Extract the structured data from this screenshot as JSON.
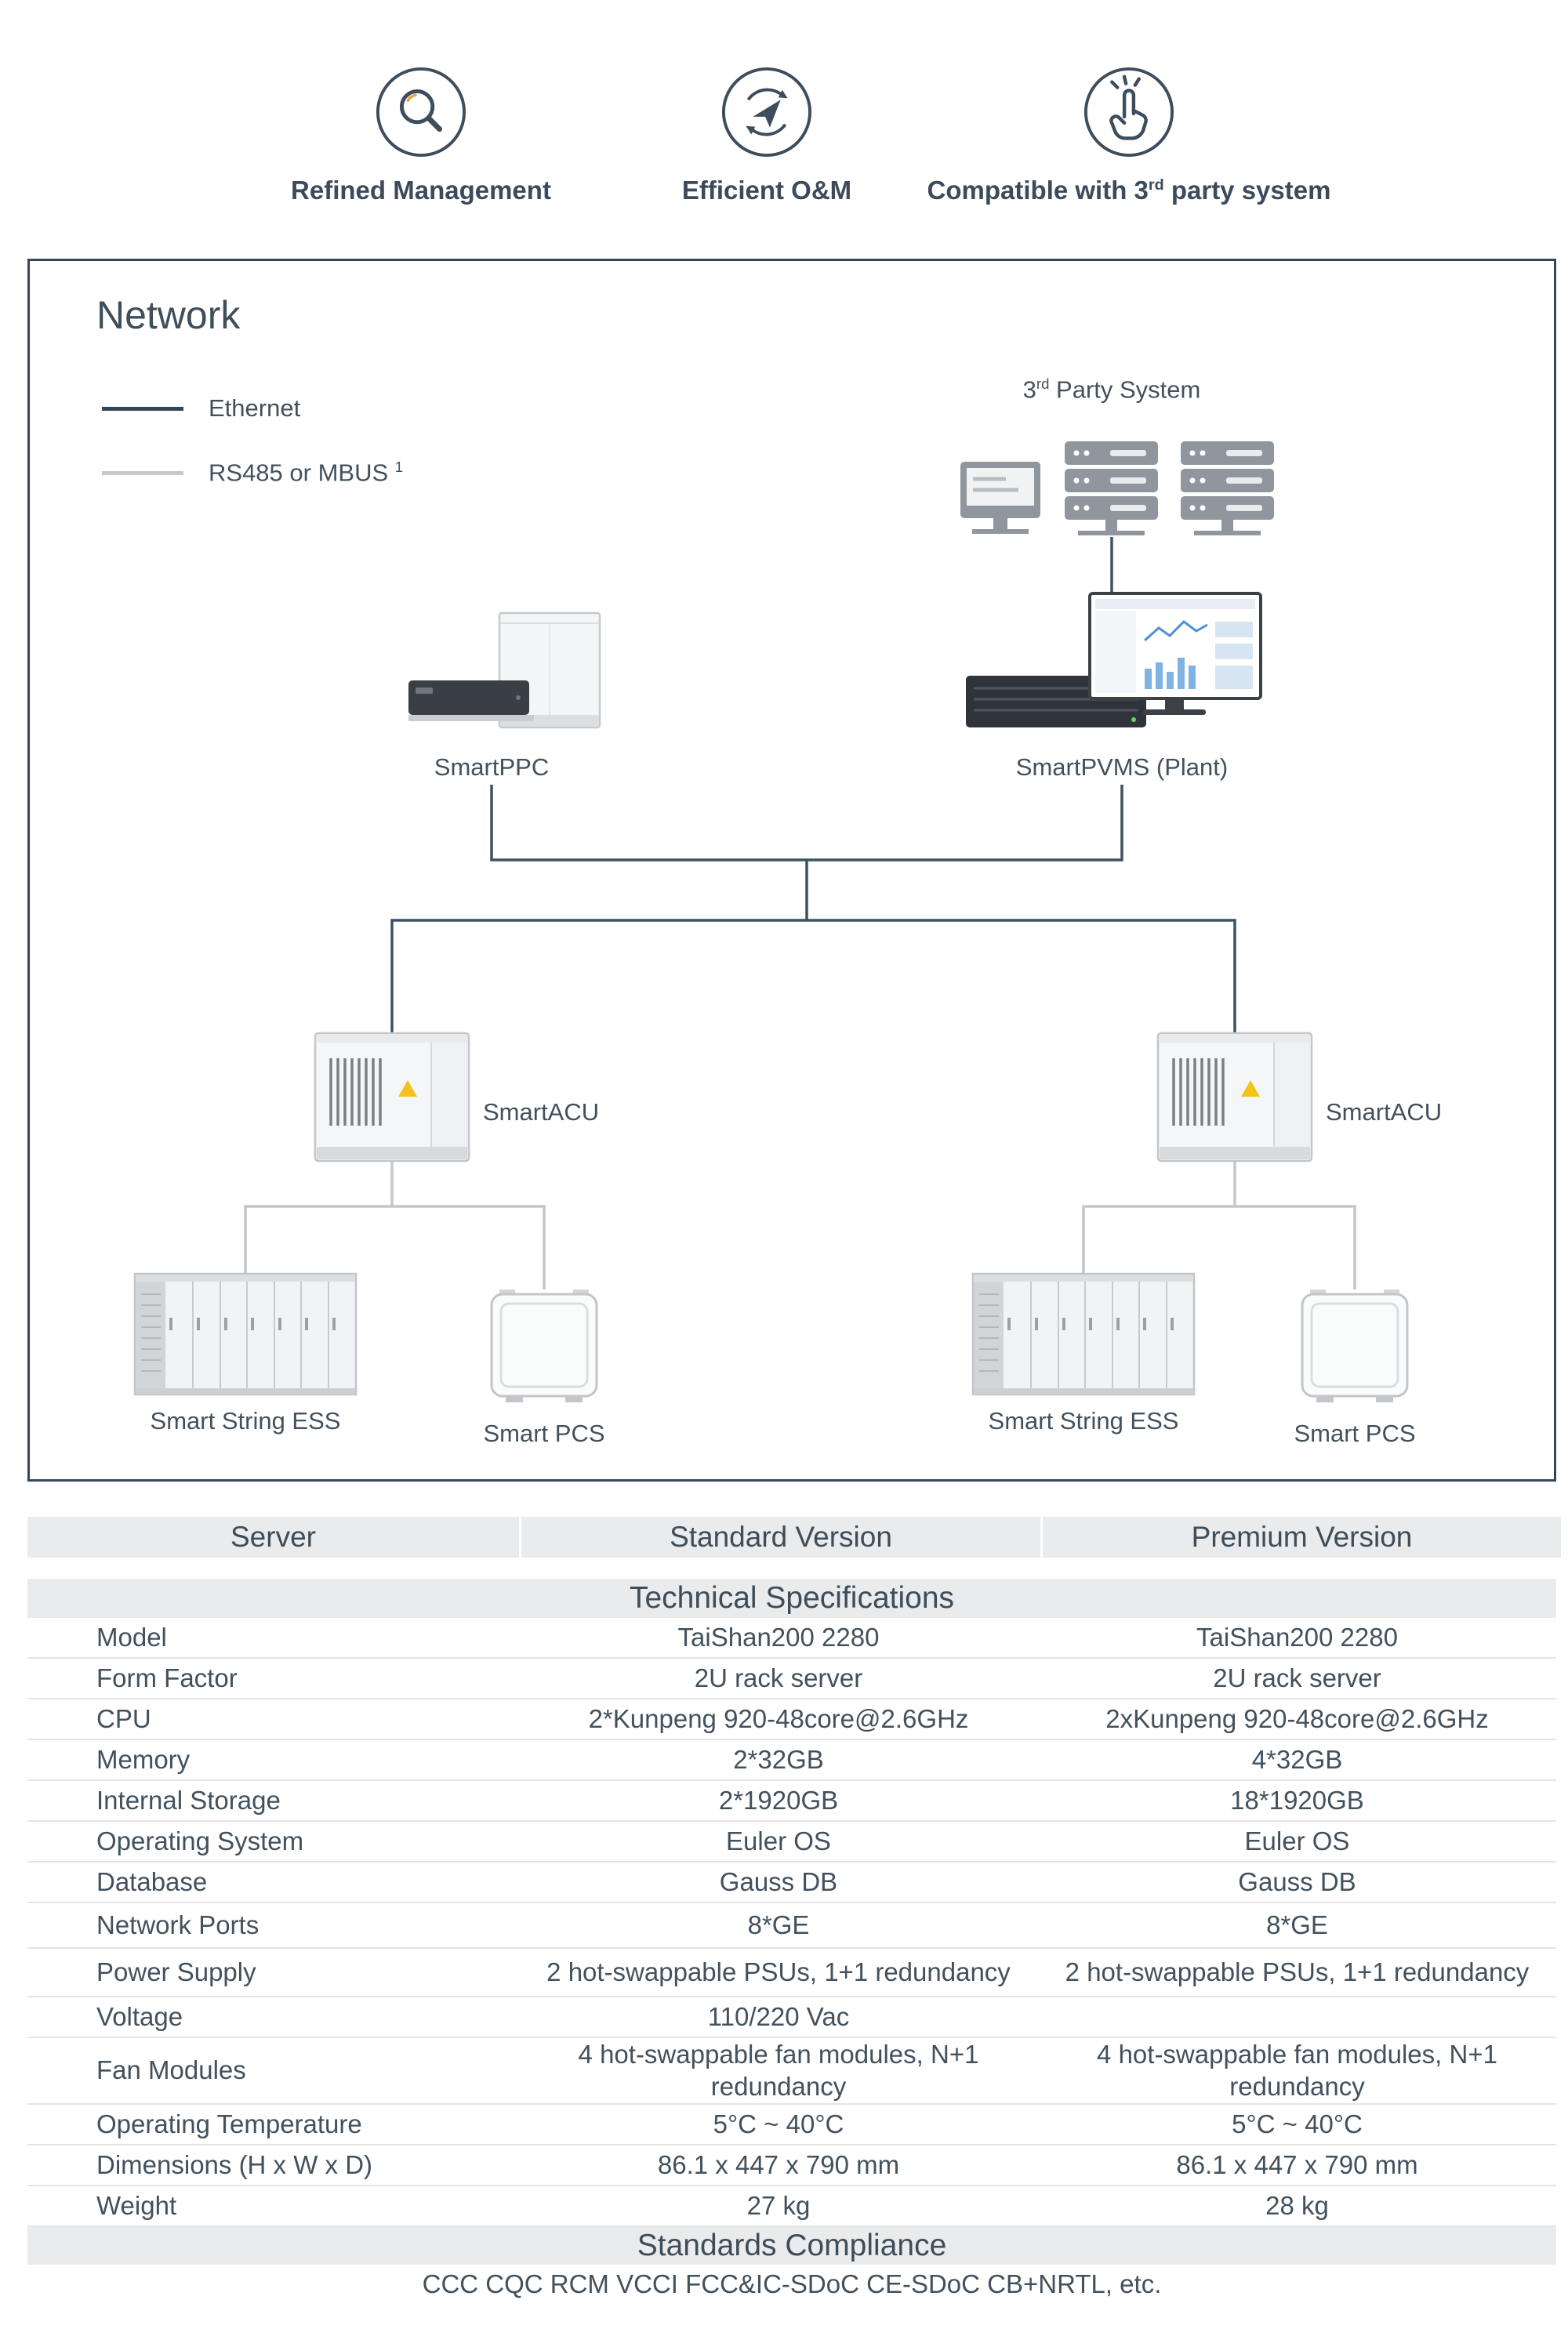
{
  "features": [
    {
      "label": "Refined Management",
      "icon": "magnifier-icon"
    },
    {
      "label": "Efficient O&M",
      "icon": "plane-cycle-icon"
    },
    {
      "label_pre": "Compatible with 3",
      "label_sup": "rd",
      "label_post": " party system",
      "icon": "snap-hand-icon"
    }
  ],
  "network": {
    "title": "Network",
    "legend": {
      "ethernet": "Ethernet",
      "rs485_pre": "RS485 or MBUS ",
      "rs485_sup": "1"
    },
    "labels": {
      "third_party_pre": "3",
      "third_party_sup": "rd",
      "third_party_post": " Party System",
      "smartppc": "SmartPPC",
      "smartpvms": "SmartPVMS (Plant)",
      "smartacu_left": "SmartACU",
      "smartacu_right": "SmartACU",
      "ess_left": "Smart String ESS",
      "pcs_left": "Smart PCS",
      "ess_right": "Smart String ESS",
      "pcs_right": "Smart PCS"
    }
  },
  "table": {
    "headers": [
      "Server",
      "Standard Version",
      "Premium Version"
    ],
    "section_title": "Technical Specifications",
    "rows": [
      {
        "label": "Model",
        "standard": "TaiShan200 2280",
        "premium": "TaiShan200 2280"
      },
      {
        "label": "Form Factor",
        "standard": "2U rack server",
        "premium": "2U rack server"
      },
      {
        "label": "CPU",
        "standard": "2*Kunpeng 920-48core@2.6GHz",
        "premium": "2xKunpeng 920-48core@2.6GHz"
      },
      {
        "label": "Memory",
        "standard": "2*32GB",
        "premium": "4*32GB"
      },
      {
        "label": "Internal Storage",
        "standard": "2*1920GB",
        "premium": "18*1920GB"
      },
      {
        "label": "Operating System",
        "standard": "Euler OS",
        "premium": "Euler OS"
      },
      {
        "label": "Database",
        "standard": "Gauss DB",
        "premium": "Gauss DB"
      },
      {
        "label": "Network Ports",
        "standard": "8*GE",
        "premium": "8*GE"
      },
      {
        "label": "Power Supply",
        "standard": "2 hot-swappable PSUs, 1+1 redundancy",
        "premium": "2 hot-swappable PSUs, 1+1 redundancy"
      },
      {
        "label": "Voltage",
        "standard": "110/220 Vac",
        "premium": ""
      },
      {
        "label": "Fan Modules",
        "standard": "4 hot-swappable fan modules, N+1\nredundancy",
        "premium": "4 hot-swappable fan modules, N+1\nredundancy"
      },
      {
        "label": "Operating Temperature",
        "standard": "5°C ~ 40°C",
        "premium": "5°C ~ 40°C"
      },
      {
        "label": "Dimensions (H x W x D)",
        "standard": "86.1 x 447 x 790 mm",
        "premium": "86.1 x 447 x 790 mm"
      },
      {
        "label": "Weight",
        "standard": "27 kg",
        "premium": "28 kg"
      }
    ],
    "standards_title": "Standards Compliance",
    "standards_value": "CCC CQC RCM VCCI  FCC&IC-SDoC CE-SDoC CB+NRTL, etc."
  },
  "colors": {
    "accent_dark": "#33475b",
    "ethernet_line": "#2f4756",
    "rs485_line": "#c6cacd",
    "table_header_bg": "#e9ebec",
    "warning_yellow": "#f3c21b"
  }
}
